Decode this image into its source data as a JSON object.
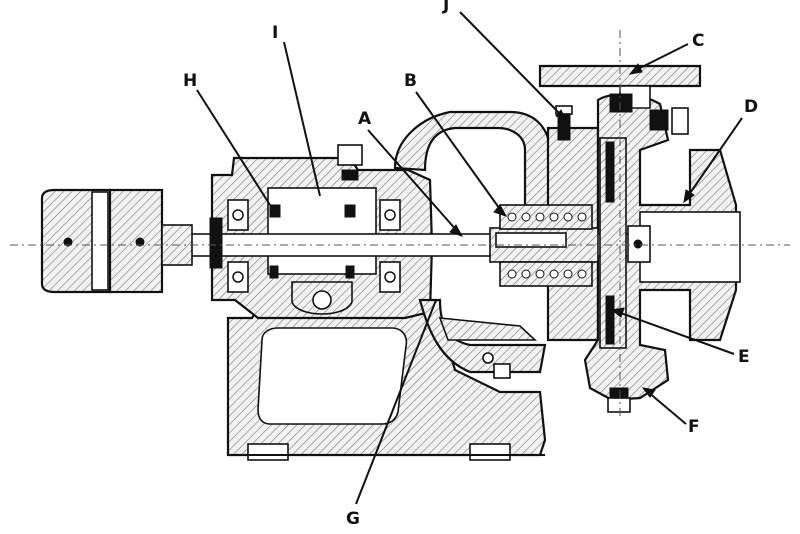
{
  "figure": {
    "type": "cross-section-diagram",
    "background": "#ffffff",
    "ink": "#111111",
    "callouts": [
      {
        "id": "J",
        "label": "J"
      },
      {
        "id": "I",
        "label": "I"
      },
      {
        "id": "H",
        "label": "H"
      },
      {
        "id": "B",
        "label": "B"
      },
      {
        "id": "A",
        "label": "A"
      },
      {
        "id": "C",
        "label": "C"
      },
      {
        "id": "D",
        "label": "D"
      },
      {
        "id": "E",
        "label": "E"
      },
      {
        "id": "F",
        "label": "F"
      },
      {
        "id": "G",
        "label": "G"
      }
    ]
  }
}
